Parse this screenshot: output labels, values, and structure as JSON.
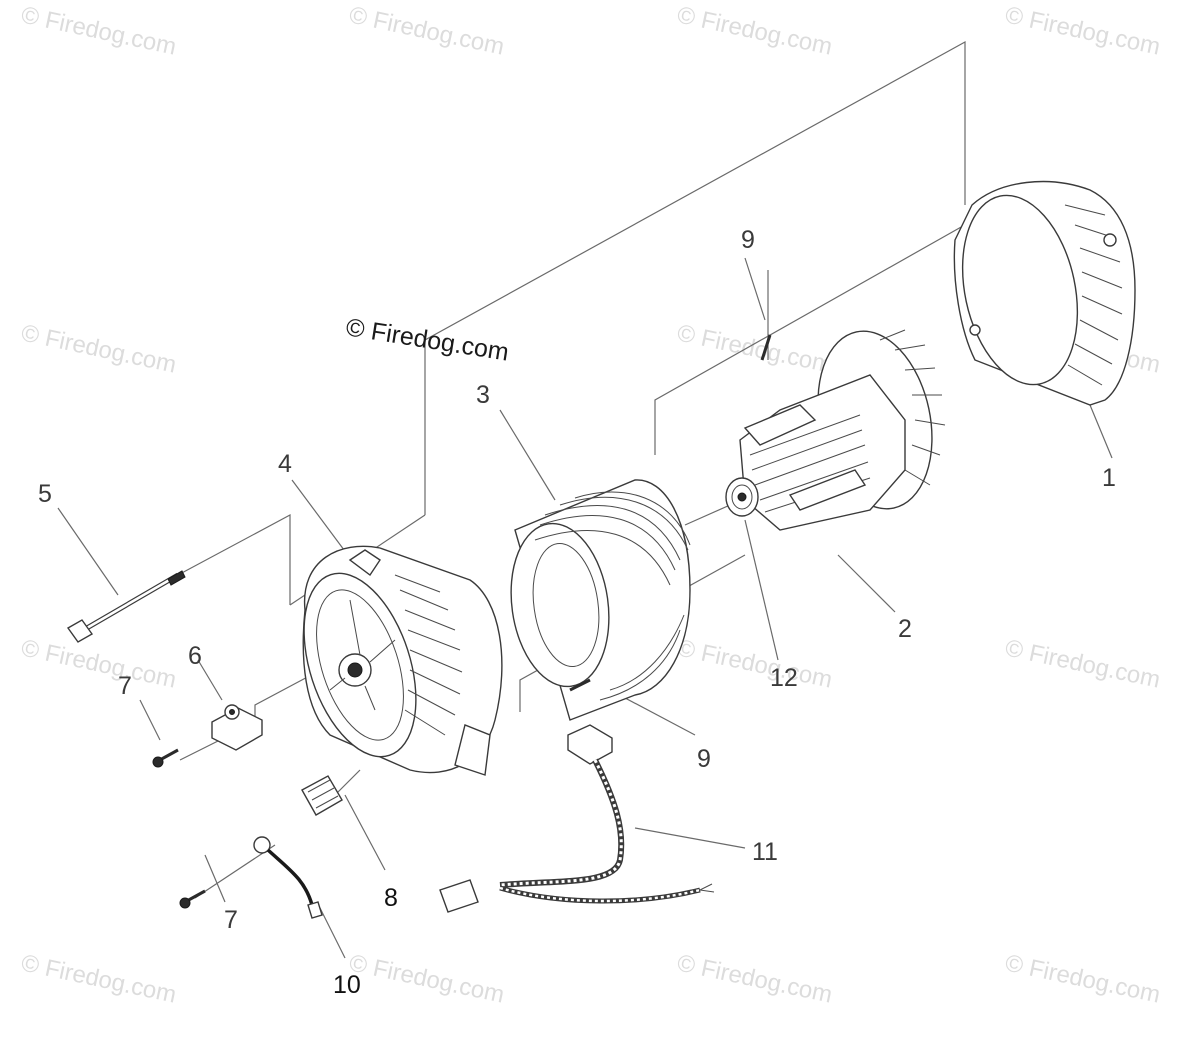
{
  "watermark": {
    "faint_text": "© Firedog.com",
    "main_text": "© Firedog.com"
  },
  "callouts": [
    {
      "id": "c1",
      "label": "1"
    },
    {
      "id": "c2",
      "label": "2"
    },
    {
      "id": "c3",
      "label": "3"
    },
    {
      "id": "c4",
      "label": "4"
    },
    {
      "id": "c5",
      "label": "5"
    },
    {
      "id": "c6",
      "label": "6"
    },
    {
      "id": "c7a",
      "label": "7"
    },
    {
      "id": "c7b",
      "label": "7"
    },
    {
      "id": "c8",
      "label": "8"
    },
    {
      "id": "c9a",
      "label": "9"
    },
    {
      "id": "c9b",
      "label": "9"
    },
    {
      "id": "c10",
      "label": "10"
    },
    {
      "id": "c11",
      "label": "11"
    },
    {
      "id": "c12",
      "label": "12"
    }
  ],
  "colors": {
    "line": "#6a6a6a",
    "part_stroke": "#3a3a3a",
    "watermark": "#dcdcdc"
  }
}
